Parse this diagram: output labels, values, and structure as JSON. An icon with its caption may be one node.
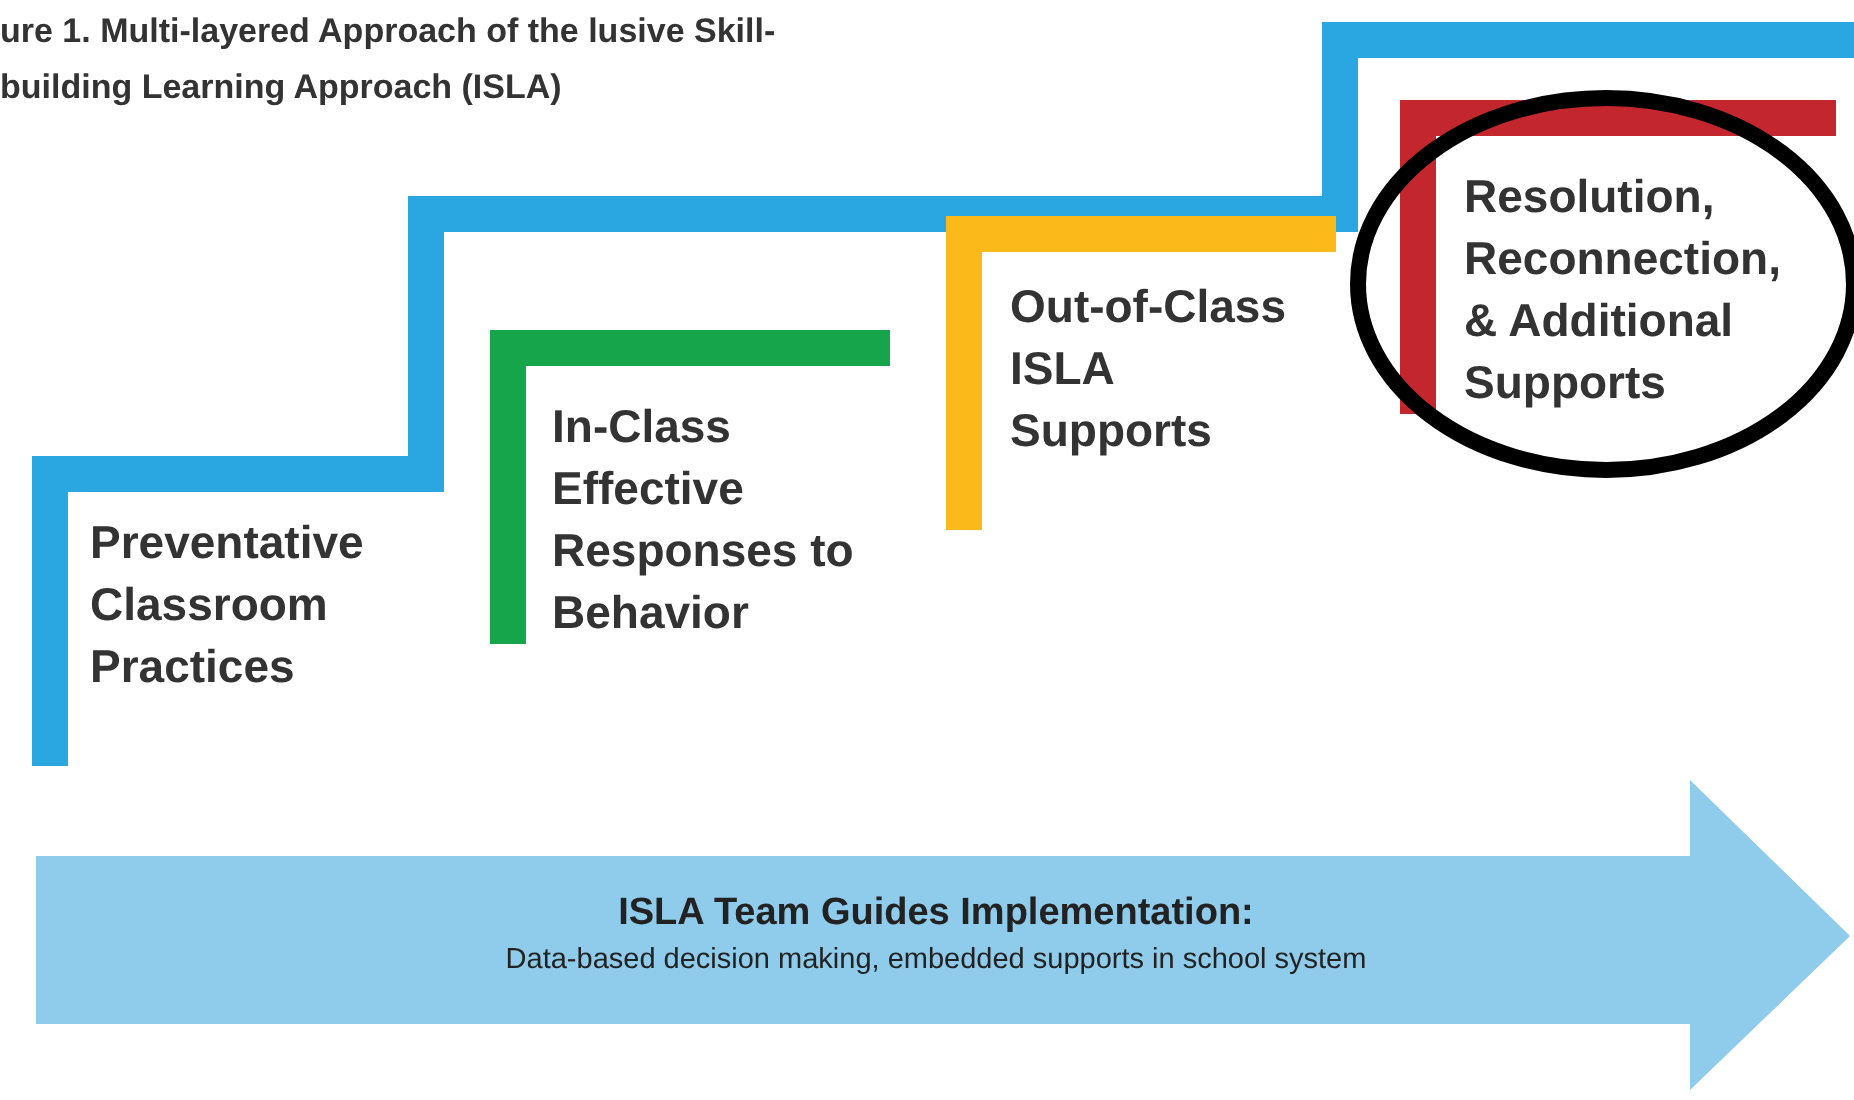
{
  "diagram": {
    "title": "ure 1. Multi-layered Approach of the lusive Skill-building Learning Approach (ISLA)",
    "nodes": [
      {
        "text": [
          "Preventative Classroom Practices"
        ]
      },
      {
        "text": [
          "In-Class Effective Responses to Behavior"
        ]
      },
      {
        "text": [
          "Out-of-Class ISLA Supports"
        ]
      },
      {
        "text": [
          "Resolution, Reconnection, & Additional Supports"
        ]
      },
      {
        "text": [
          "ISLA Team Guides Implementation:",
          "Data-based decision making, embedded supports in school system"
        ]
      }
    ]
  }
}
